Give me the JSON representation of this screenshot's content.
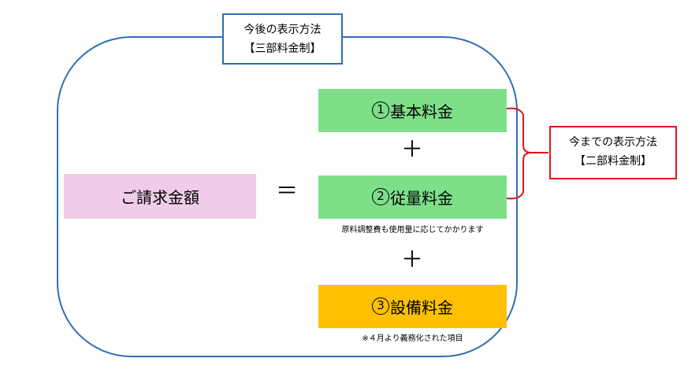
{
  "new_method": {
    "line1": "今後の表示方法",
    "line2": "【三部料金制】"
  },
  "old_method": {
    "line1": "今までの表示方法",
    "line2": "【二部料金制】"
  },
  "total": {
    "label": "ご請求金額"
  },
  "equals_symbol": "＝",
  "plus_symbol": "＋",
  "items": [
    {
      "number": "1",
      "label": "基本料金"
    },
    {
      "number": "2",
      "label": "従量料金",
      "note": "原料調整費も使用量に応じてかかります"
    },
    {
      "number": "3",
      "label": "設備料金",
      "note": "※４月より義務化された項目"
    }
  ],
  "colors": {
    "outer_border": "#2f6fb3",
    "old_border": "#e0141e",
    "total_fill": "#efcde9",
    "green_fill": "#7edf89",
    "orange_fill": "#fec000"
  }
}
